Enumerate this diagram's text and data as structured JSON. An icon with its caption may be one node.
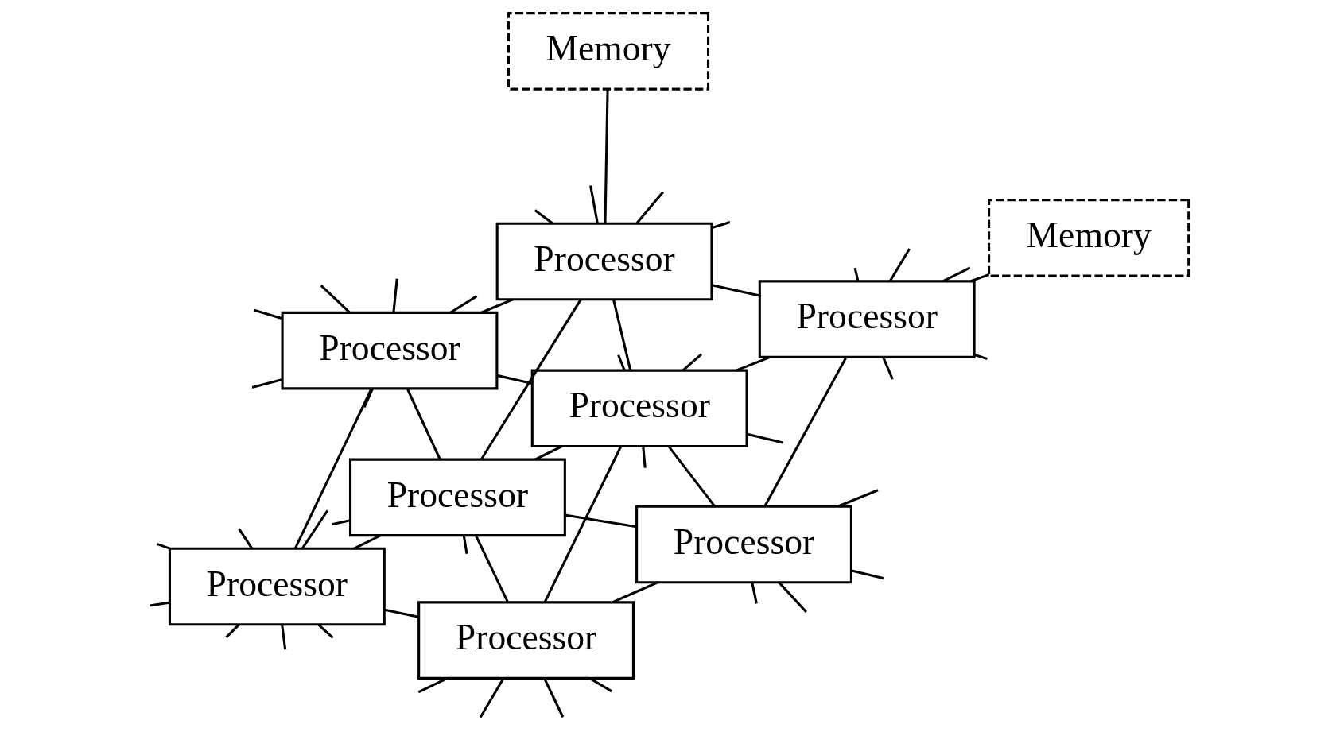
{
  "diagram": {
    "nodes": [
      {
        "text": [
          "Processor"
        ]
      },
      {
        "text": [
          "Processor"
        ]
      },
      {
        "text": [
          "Memory"
        ]
      },
      {
        "text": [
          "Processor"
        ]
      },
      {
        "text": [
          "Processor"
        ]
      },
      {
        "text": [
          "Processor"
        ]
      },
      {
        "text": [
          "Processor"
        ]
      },
      {
        "text": [
          "Memory"
        ]
      },
      {
        "text": [
          "Processor"
        ]
      },
      {
        "text": [
          "Processor"
        ]
      }
    ],
    "edges": [
      {
        "from": 0,
        "to": 1,
        "arrow": "none"
      },
      {
        "from": 2,
        "to": 3,
        "arrow": "none"
      },
      {
        "from": 3,
        "to": 0,
        "arrow": "none"
      },
      {
        "from": 0,
        "to": 4,
        "arrow": "none"
      },
      {
        "from": 1,
        "to": 4,
        "arrow": "none"
      },
      {
        "from": 3,
        "to": 4,
        "arrow": "none"
      },
      {
        "from": 0,
        "to": 5,
        "arrow": "none"
      },
      {
        "from": 1,
        "to": 6,
        "arrow": "none"
      },
      {
        "from": 3,
        "to": 5,
        "arrow": "none"
      },
      {
        "from": 4,
        "to": 5,
        "arrow": "none"
      },
      {
        "from": 4,
        "to": 6,
        "arrow": "none"
      },
      {
        "from": 5,
        "to": 6,
        "arrow": "none"
      },
      {
        "from": 3,
        "to": 8,
        "arrow": "none"
      },
      {
        "from": 4,
        "to": 9,
        "arrow": "none"
      },
      {
        "from": 5,
        "to": 8,
        "arrow": "none"
      },
      {
        "from": 5,
        "to": 9,
        "arrow": "none"
      },
      {
        "from": 6,
        "to": 9,
        "arrow": "none"
      },
      {
        "from": 7,
        "to": 8,
        "arrow": "none"
      },
      {
        "from": 8,
        "to": 9,
        "arrow": "none"
      },
      {
        "from": 0,
        "to": null,
        "arrow": "none"
      },
      {
        "from": 0,
        "to": null,
        "arrow": "none"
      },
      {
        "from": 0,
        "to": null,
        "arrow": "none"
      },
      {
        "from": 0,
        "to": null,
        "arrow": "none"
      },
      {
        "from": 0,
        "to": null,
        "arrow": "none"
      },
      {
        "from": 0,
        "to": null,
        "arrow": "none"
      },
      {
        "from": 1,
        "to": null,
        "arrow": "none"
      },
      {
        "from": 1,
        "to": null,
        "arrow": "none"
      },
      {
        "from": 1,
        "to": null,
        "arrow": "none"
      },
      {
        "from": 1,
        "to": null,
        "arrow": "none"
      },
      {
        "from": 1,
        "to": null,
        "arrow": "none"
      },
      {
        "from": 1,
        "to": null,
        "arrow": "none"
      },
      {
        "from": 1,
        "to": null,
        "arrow": "none"
      },
      {
        "from": 3,
        "to": null,
        "arrow": "none"
      },
      {
        "from": 3,
        "to": null,
        "arrow": "none"
      },
      {
        "from": 3,
        "to": null,
        "arrow": "none"
      },
      {
        "from": 3,
        "to": null,
        "arrow": "none"
      },
      {
        "from": 4,
        "to": null,
        "arrow": "none"
      },
      {
        "from": 4,
        "to": null,
        "arrow": "none"
      },
      {
        "from": 5,
        "to": null,
        "arrow": "none"
      },
      {
        "from": 5,
        "to": null,
        "arrow": "none"
      },
      {
        "from": 5,
        "to": null,
        "arrow": "none"
      },
      {
        "from": 5,
        "to": null,
        "arrow": "none"
      },
      {
        "from": 6,
        "to": null,
        "arrow": "none"
      },
      {
        "from": 6,
        "to": null,
        "arrow": "none"
      },
      {
        "from": 6,
        "to": null,
        "arrow": "none"
      },
      {
        "from": 6,
        "to": null,
        "arrow": "none"
      },
      {
        "from": 8,
        "to": null,
        "arrow": "none"
      },
      {
        "from": 8,
        "to": null,
        "arrow": "none"
      },
      {
        "from": 8,
        "to": null,
        "arrow": "none"
      },
      {
        "from": 8,
        "to": null,
        "arrow": "none"
      },
      {
        "from": 8,
        "to": null,
        "arrow": "none"
      },
      {
        "from": 9,
        "to": null,
        "arrow": "none"
      },
      {
        "from": 9,
        "to": null,
        "arrow": "none"
      },
      {
        "from": 9,
        "to": null,
        "arrow": "none"
      },
      {
        "from": 9,
        "to": null,
        "arrow": "none"
      }
    ]
  }
}
